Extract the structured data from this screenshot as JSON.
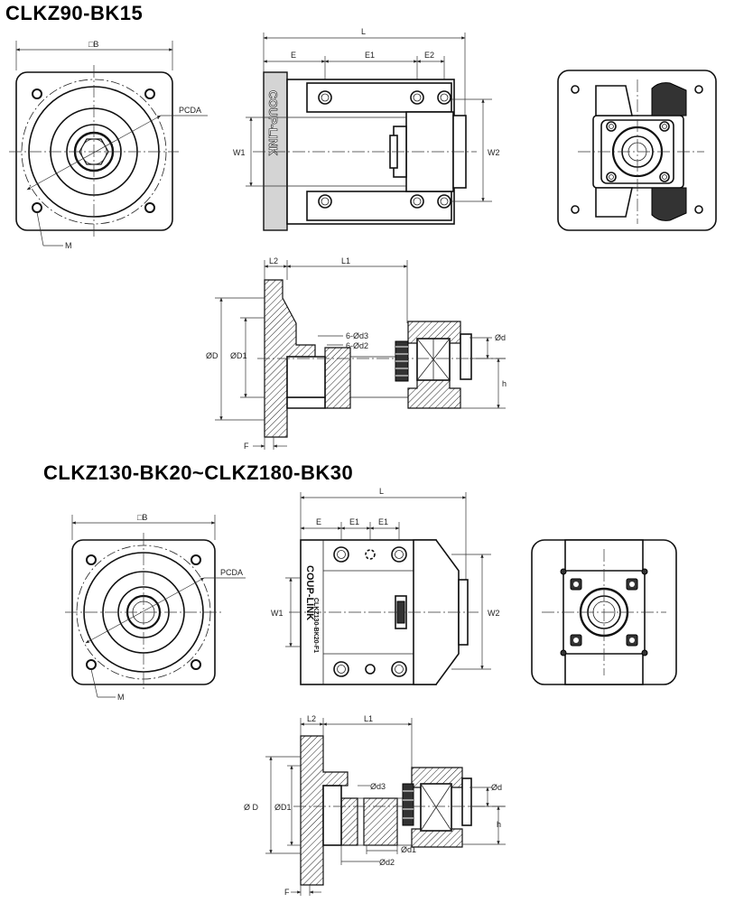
{
  "sections": [
    {
      "title": "CLKZ90-BK15",
      "labels": {
        "square_b": "□B",
        "pcda": "PCDA",
        "m": "M",
        "l": "L",
        "e": "E",
        "e1": "E1",
        "e2": "E2",
        "w1": "W1",
        "w2": "W2",
        "brand": "COUP-LINK",
        "l2": "L2",
        "l1": "L1",
        "d3": "6-Ød3",
        "d2": "6-Ød2",
        "d_small": "Ød",
        "big_d": "ØD",
        "d1": "ØD1",
        "h": "h",
        "f": "F"
      }
    },
    {
      "title": "CLKZ130-BK20~CLKZ180-BK30",
      "labels": {
        "square_b": "□B",
        "pcda": "PCDA",
        "m": "M",
        "l": "L",
        "e": "E",
        "e1a": "E1",
        "e1b": "E1",
        "w1": "W1",
        "w2": "W2",
        "brand": "COUP-LINK",
        "model": "CLKZ130-BK20-F1",
        "l2": "L2",
        "l1": "L1",
        "d3": "Ød3",
        "d1_small": "Ød1",
        "d2": "Ød2",
        "d_small": "Ød",
        "big_d": "Ø D",
        "d1": "ØD1",
        "h": "h",
        "f": "F"
      }
    }
  ]
}
